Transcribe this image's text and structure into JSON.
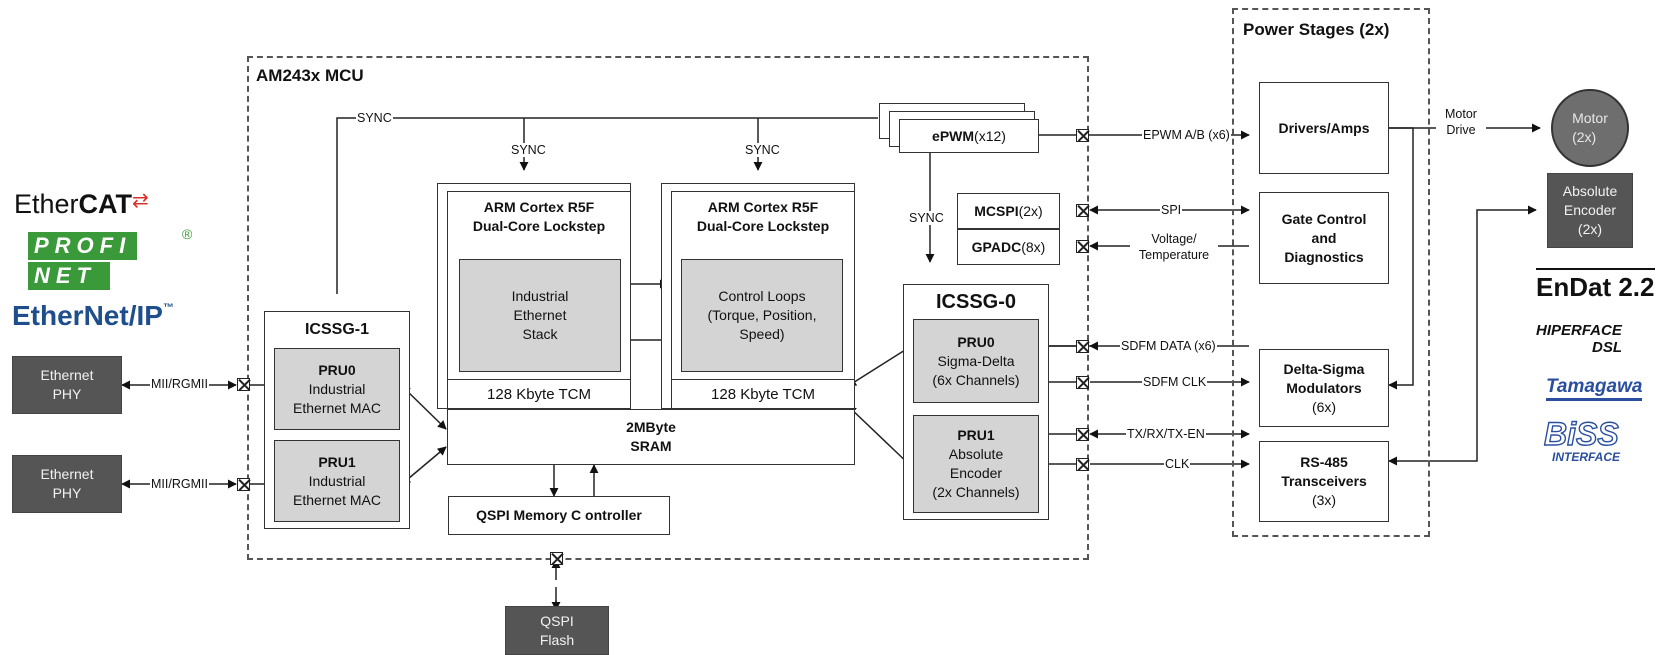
{
  "groups": {
    "mcu_title": "AM243x MCU",
    "power_title": "Power Stages (2x)"
  },
  "blocks": {
    "eth_phy_1": "Ethernet\nPHY",
    "eth_phy_2": "Ethernet\nPHY",
    "qspi_flash": "QSPI\nFlash",
    "icssg1_title": "ICSSG-1",
    "icssg1_pru0_title": "PRU0",
    "icssg1_pru0_body": "Industrial\nEthernet MAC",
    "icssg1_pru1_title": "PRU1",
    "icssg1_pru1_body": "Industrial\nEthernet MAC",
    "r5f_a_title": "ARM Cortex R5F\nDual-Core Lockstep",
    "r5f_a_inner": "Industrial\nEthernet\nStack",
    "r5f_a_tcm": "128 Kbyte TCM",
    "r5f_b_title": "ARM Cortex R5F\nDual-Core Lockstep",
    "r5f_b_inner": "Control Loops\n(Torque, Position,\nSpeed)",
    "r5f_b_tcm": "128 Kbyte TCM",
    "sram": "2MByte\nSRAM",
    "qspi_ctrl": "QSPI Memory C ontroller",
    "epwm_name": "ePWM",
    "epwm_count": " (x12)",
    "mcspi_name": "MCSPI",
    "mcspi_count": " (2x)",
    "gpadc_name": "GPADC",
    "gpadc_count": " (8x)",
    "icssg0_title": "ICSSG-0",
    "icssg0_pru0_title": "PRU0",
    "icssg0_pru0_body": "Sigma-Delta\n(6x Channels)",
    "icssg0_pru1_title": "PRU1",
    "icssg0_pru1_body": "Absolute\nEncoder\n(2x Channels)",
    "drivers": "Drivers/Amps",
    "gate_ctrl": "Gate Control\nand\nDiagnostics",
    "ds_mod_title": "Delta-Sigma\nModulators",
    "ds_mod_count": "(6x)",
    "rs485_title": "RS-485\nTransceivers",
    "rs485_count": "(3x)",
    "motor": "Motor\n(2x)",
    "abs_encoder": "Absolute\nEncoder\n(2x)"
  },
  "signals": {
    "mii_1": "MII/RGMII",
    "mii_2": "MII/RGMII",
    "sync_top": "SYNC",
    "sync_a": "SYNC",
    "sync_b": "SYNC",
    "sync_epwm": "SYNC",
    "epwm_ab": "EPWM A/B (x6)",
    "spi": "SPI",
    "volt_temp": "Voltage/\nTemperature",
    "sdfm_data": "SDFM DATA (x6)",
    "sdfm_clk": "SDFM CLK",
    "tx_rx": "TX/RX/TX-EN",
    "clk": "CLK",
    "motor_drive": "Motor\nDrive"
  },
  "logos": {
    "ethercat_a": "Ether",
    "ethercat_b": "CAT",
    "profinet_a": "PROFI",
    "profinet_b": "NET",
    "profinet_reg": "®",
    "ethernetip": "EtherNet/IP",
    "ethernetip_tm": "™",
    "endat": "EnDat 2.2",
    "hiperface": "HIPERFACE",
    "hiperface_dsl": "DSL",
    "tamagawa": "Tamagawa",
    "biss": "BiSS",
    "biss_interface": "INTERFACE"
  },
  "colors": {
    "dark_block": "#555555",
    "gray_block": "#d4d4d4",
    "motor": "#6e6e6e",
    "profinet_green": "#3a9a3a",
    "ethernetip_blue": "#1f4e8c",
    "ethercat_red": "#d9302b",
    "encoder_logo_blue": "#2a4fa0"
  }
}
